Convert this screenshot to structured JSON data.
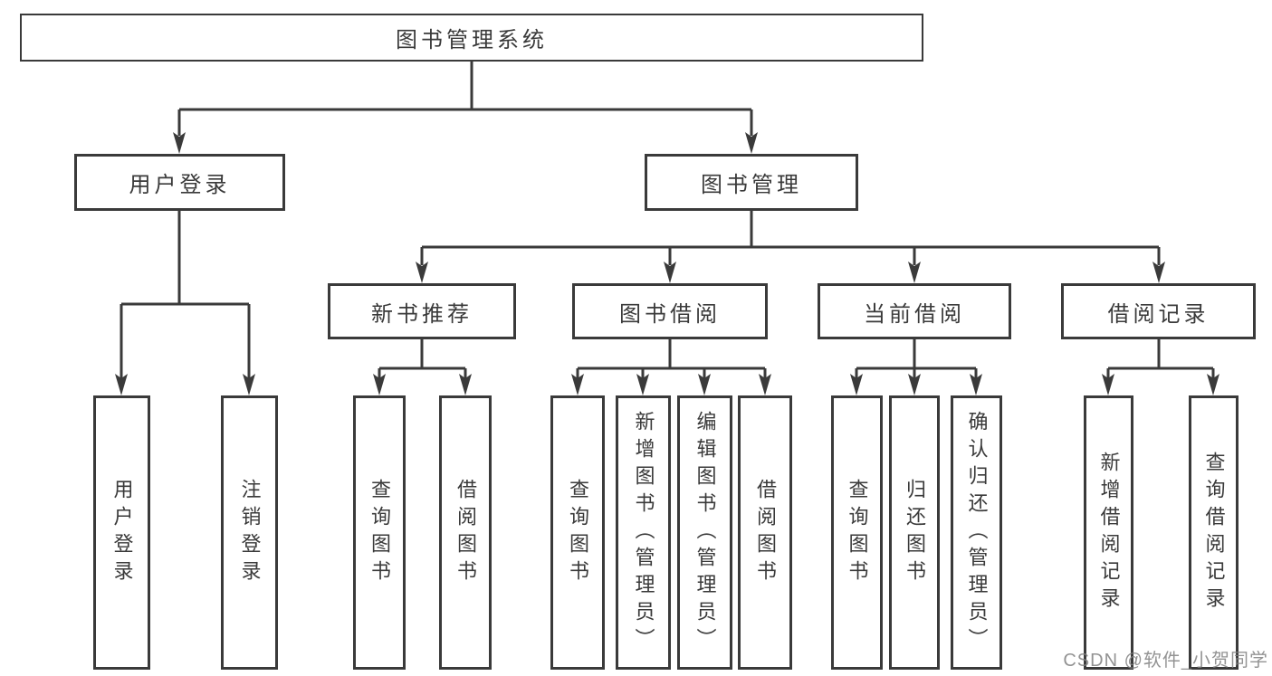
{
  "diagram_type": "tree",
  "colors": {
    "line": "#3a3a3a",
    "box_border": "#3a3a3a",
    "text": "#3a3a3a",
    "background": "#ffffff",
    "watermark": "#808080"
  },
  "tree": {
    "label": "图书管理系统",
    "children": [
      {
        "label": "用户登录",
        "children": [
          {
            "label": "用户登录"
          },
          {
            "label": "注销登录"
          }
        ]
      },
      {
        "label": "图书管理",
        "children": [
          {
            "label": "新书推荐",
            "children": [
              {
                "label": "查询图书"
              },
              {
                "label": "借阅图书"
              }
            ]
          },
          {
            "label": "图书借阅",
            "children": [
              {
                "label": "查询图书"
              },
              {
                "label": "新增图书（管理员）"
              },
              {
                "label": "编辑图书（管理员）"
              },
              {
                "label": "借阅图书"
              }
            ]
          },
          {
            "label": "当前借阅",
            "children": [
              {
                "label": "查询图书"
              },
              {
                "label": "归还图书"
              },
              {
                "label": "确认归还（管理员）"
              }
            ]
          },
          {
            "label": "借阅记录",
            "children": [
              {
                "label": "新增借阅记录"
              },
              {
                "label": "查询借阅记录"
              }
            ]
          }
        ]
      }
    ]
  },
  "watermark": {
    "text": "CSDN @软件_小贺同学"
  }
}
